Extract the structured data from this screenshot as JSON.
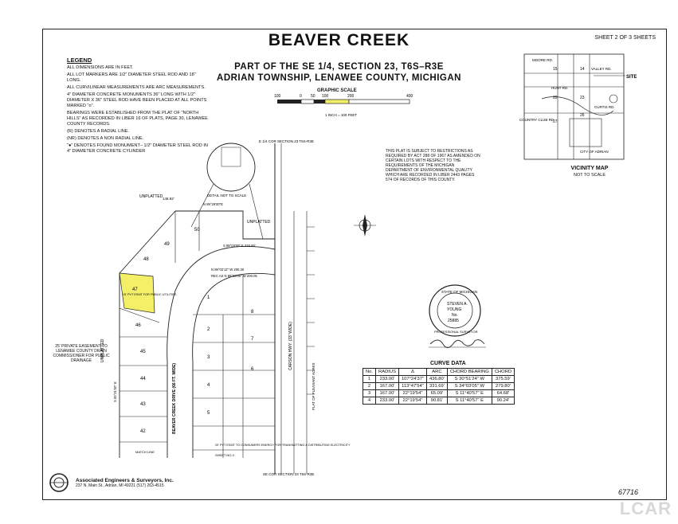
{
  "header": {
    "title": "BEAVER CREEK",
    "subtitle1": "PART OF THE SE 1/4, SECTION 23, T6S–R3E",
    "subtitle2": "ADRIAN TOWNSHIP, LENAWEE COUNTY, MICHIGAN",
    "sheet": "SHEET 2 OF 3 SHEETS"
  },
  "scale": {
    "label": "GRAPHIC SCALE",
    "ticks": [
      "100",
      "0",
      "50",
      "100",
      "200",
      "400"
    ],
    "unit": "1 INCH = 100 FEET"
  },
  "legend": {
    "heading": "LEGEND",
    "items": [
      "ALL DIMENSIONS ARE IN FEET.",
      "ALL LOT MARKERS ARE 1/2\" DIAMETER STEEL ROD AND 18\" LONG.",
      "ALL CURVILINEAR MEASUREMENTS ARE ARC MEASUREMENTS.",
      "4\" DIAMETER CONCRETE MONUMENTS 36\" LONG WITH 1/2\" DIAMETER X 36\" STEEL ROD HAVE BEEN PLACED AT ALL POINTS MARKED \"o\".",
      "BEARINGS WERE ESTABLISHED FROM THE PLAT OF \"NORTH HILLS\" AS RECORDED IN LIBER 16 OF PLATS, PAGE 30, LENAWEE COUNTY RECORDS.",
      "(R) DENOTES A RADIAL LINE.",
      "(NR) DENOTES A NON RADIAL LINE.",
      "\"●\" DENOTES FOUND MONUMENT– 1/2\" DIAMETER STEEL ROD IN 4\" DIAMETER CONCRETE CYLINDER"
    ]
  },
  "plat_note": "THIS PLAT IS SUBJECT TO RESTRICTIONS AS REQUIRED BY ACT 288 OF 1967 AS AMENDED ON CERTAIN LOTS WITH RESPECT TO THE REQUIREMENTS OF THE MICHIGAN DEPARTMENT OF ENVIRONMENTAL QUALITY WHICH ARE RECORDED IN LIBER 2443 PAGES 574 OF RECORDS OF THIS COUNTY.",
  "vicinity": {
    "title": "VICINITY MAP",
    "subtitle": "NOT TO SCALE",
    "site": "SITE",
    "labels": [
      "MOORE RD.",
      "HUNT RD.",
      "COUNTRY CLUB RD.",
      "CITY OF ADRIAN",
      "VALLEY RD.",
      "CURTIS RD."
    ],
    "numbers": [
      "15",
      "14",
      "22",
      "23",
      "27",
      "26"
    ]
  },
  "plan": {
    "lots": [
      "49",
      "50",
      "47",
      "46",
      "45",
      "44",
      "43",
      "42",
      "48",
      "1",
      "2",
      "3",
      "4",
      "5",
      "6",
      "7",
      "8"
    ],
    "labels": {
      "unplatted_top": "UNPLATTED",
      "unplatted_left": "UNPLATTED",
      "unplatted_right": "UNPLATTED",
      "drive": "BEAVER CREEK DRIVE (66 FT. WIDE)",
      "carson": "CARSON HWY. (33' WIDE)",
      "quarter_corner": "E 1/4 COR SECTION 23 T6S-R3E",
      "se_corner": "SE COR SECTION 23 T6S-R3E",
      "detail": "DETAIL NOT TO SCALE",
      "easement": "15' PVT ESMT FOR PUBLIC UTILITIES",
      "drain_easement": "25' PRIVATE EASEMENT TO LENAWEE COUNTY DRAIN COMMISSIONER FOR PUBLIC DRAINAGE",
      "consumers": "20' PVT ESMT TO CONSUMERS ENERGY FOR TRANSMITTING & DISTRIBUTING ELECTRICITY",
      "sheet_ref": "SHEET NO.3",
      "match": "MATCH LINE",
      "pleasant_acres": "PLAT OF PLEASANT ACRES"
    },
    "bearings": [
      "N 89°29'00\"E",
      "S 89°03'00\" E 233.00'",
      "N 89°02'12\" W 200.30",
      "REC AS N 89°03'00\" W 200.05",
      "148.92'",
      "S 00°31'00\" E"
    ]
  },
  "seal": {
    "lines": [
      "STATE OF MICHIGAN",
      "STEVEN A.",
      "YOUNG",
      "No.",
      "25885",
      "PROFESSIONAL SURVEYOR"
    ]
  },
  "curve_data": {
    "title": "CURVE DATA",
    "columns": [
      "No.",
      "RADIUS",
      "Δ",
      "ARC",
      "CHORD BEARING",
      "CHORD"
    ],
    "rows": [
      [
        "1",
        "233.00'",
        "107°24'37\"",
        "436.80'",
        "S 30°51'24\" W",
        "375.59'"
      ],
      [
        "2",
        "167.00'",
        "113°47'54\"",
        "331.69'",
        "S 34°03'05\" W",
        "279.80'"
      ],
      [
        "3",
        "167.00'",
        "22°19'54\"",
        "65.09'",
        "S 11°40'57\" E",
        "64.68'"
      ],
      [
        "4",
        "233.00'",
        "22°19'54\"",
        "90.81'",
        "S 11°40'57\" E",
        "90.24'"
      ]
    ]
  },
  "company": {
    "name": "Associated Engineers & Surveyors, Inc.",
    "address": "237 N. Main St., Adrian, MI 49221  (517) 263-4515"
  },
  "handwritten_number": "67716",
  "watermark": "LCAR",
  "colors": {
    "highlight": "#f3f067",
    "line": "#222222"
  }
}
